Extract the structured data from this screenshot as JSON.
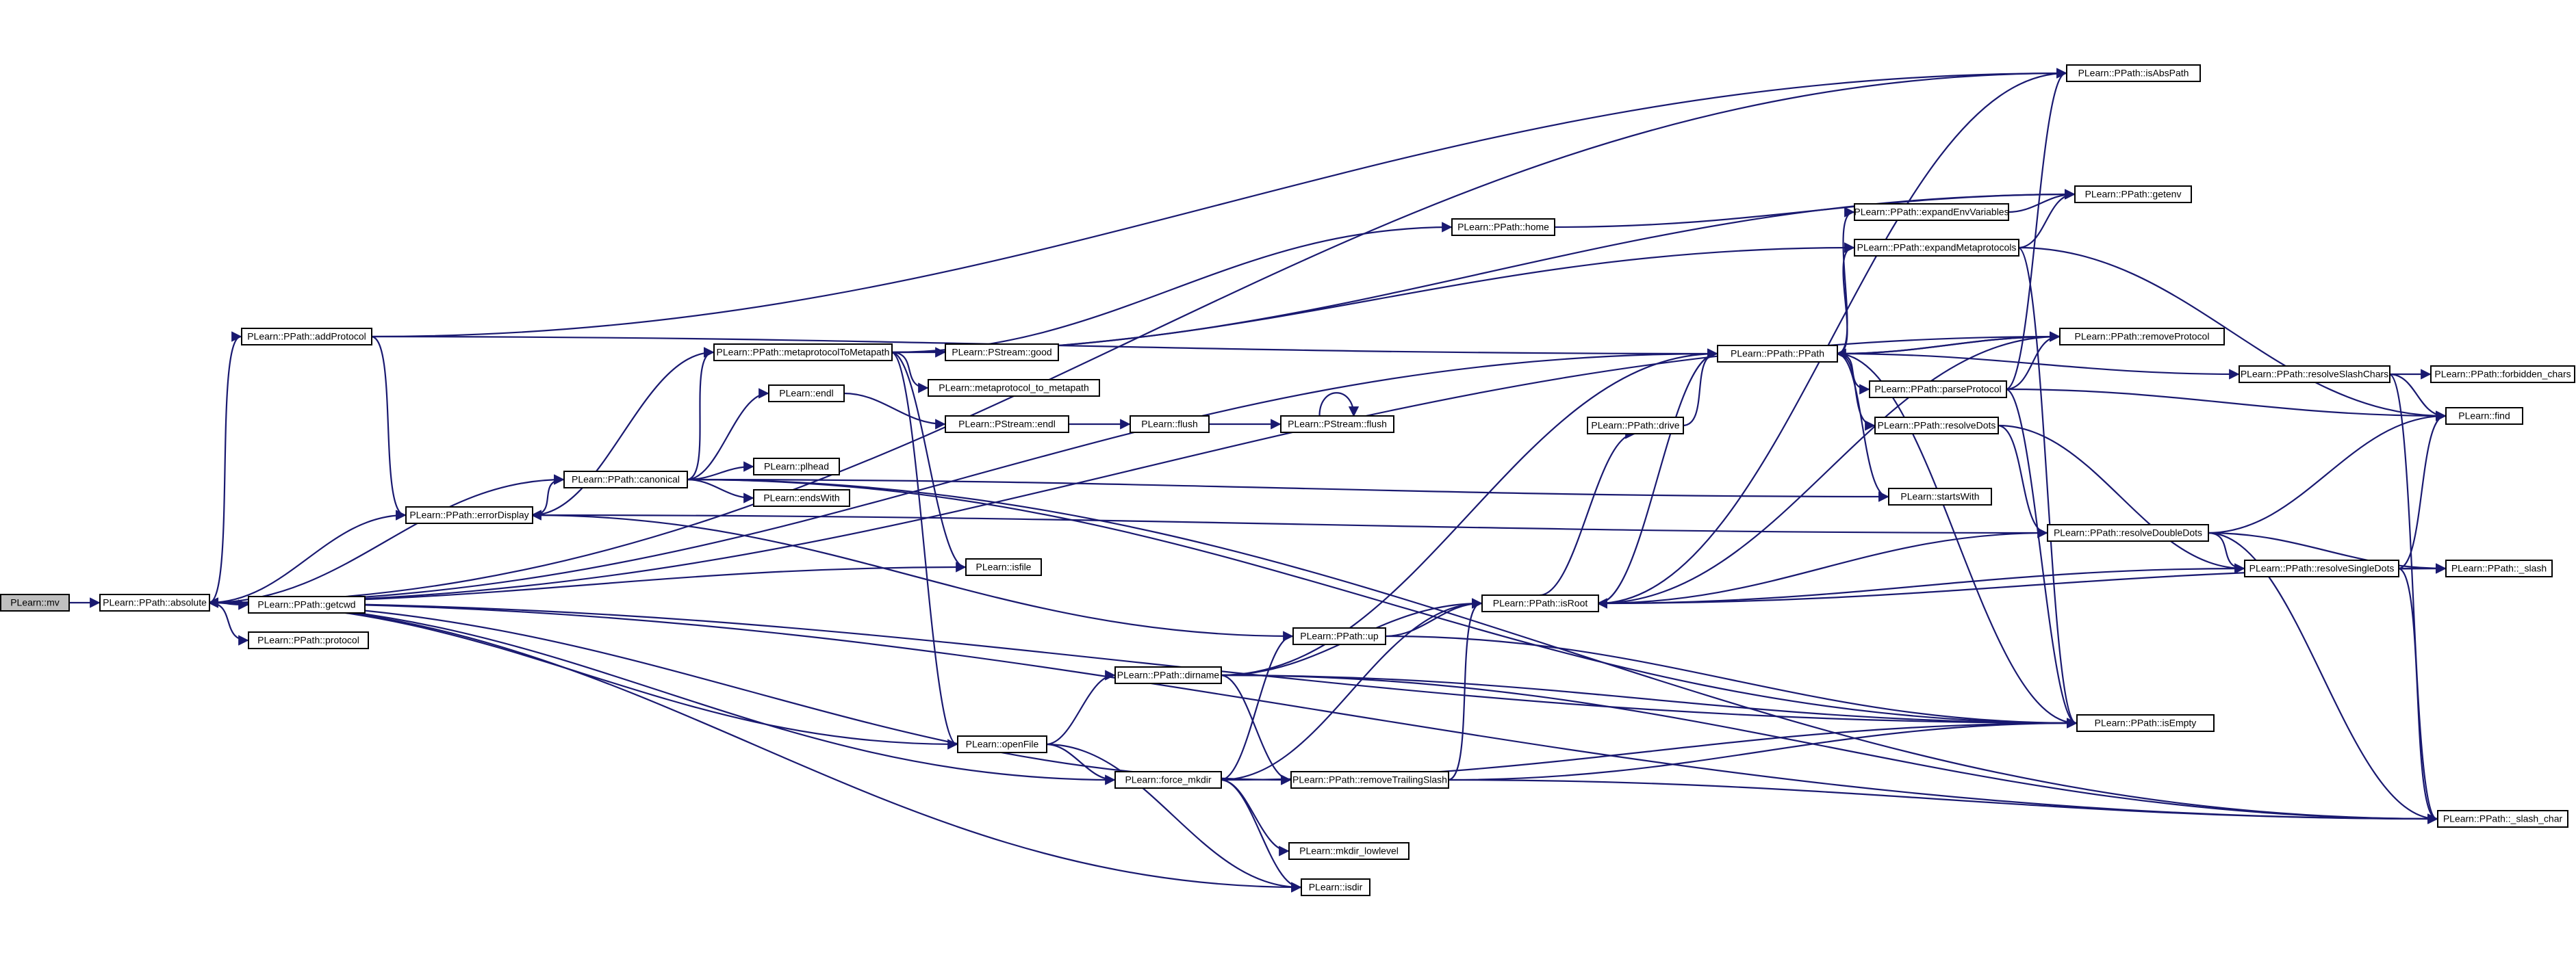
{
  "graph": {
    "edge_color": "#191970",
    "root_fill": "#bfbfbf",
    "nodes": [
      {
        "id": "mv",
        "label": "PLearn::mv",
        "root": true
      },
      {
        "id": "absolute",
        "label": "PLearn::PPath::absolute"
      },
      {
        "id": "addProtocol",
        "label": "PLearn::PPath::addProtocol"
      },
      {
        "id": "errorDisplay",
        "label": "PLearn::PPath::errorDisplay"
      },
      {
        "id": "getcwd",
        "label": "PLearn::PPath::getcwd"
      },
      {
        "id": "protocol",
        "label": "PLearn::PPath::protocol"
      },
      {
        "id": "canonical",
        "label": "PLearn::PPath::canonical"
      },
      {
        "id": "m2m",
        "label": "PLearn::PPath::metaprotocolToMetapath"
      },
      {
        "id": "endl",
        "label": "PLearn::endl"
      },
      {
        "id": "pqhead",
        "label": "PLearn::plhead"
      },
      {
        "id": "endsWith",
        "label": "PLearn::endsWith"
      },
      {
        "id": "isfile",
        "label": "PLearn::isfile"
      },
      {
        "id": "psgood",
        "label": "PLearn::PStream::good"
      },
      {
        "id": "m2m_u",
        "label": "PLearn::metaprotocol_to_metapath"
      },
      {
        "id": "psendl",
        "label": "PLearn::PStream::endl"
      },
      {
        "id": "flush",
        "label": "PLearn::flush"
      },
      {
        "id": "psflush",
        "label": "PLearn::PStream::flush"
      },
      {
        "id": "home",
        "label": "PLearn::PPath::home"
      },
      {
        "id": "openFile",
        "label": "PLearn::openFile"
      },
      {
        "id": "dirname",
        "label": "PLearn::PPath::dirname"
      },
      {
        "id": "up",
        "label": "PLearn::PPath::up"
      },
      {
        "id": "force_mkdir",
        "label": "PLearn::force_mkdir"
      },
      {
        "id": "removeTrailingSlash",
        "label": "PLearn::PPath::removeTrailingSlash"
      },
      {
        "id": "mkdir_lowlevel",
        "label": "PLearn::mkdir_lowlevel"
      },
      {
        "id": "isdir",
        "label": "PLearn::isdir"
      },
      {
        "id": "PPath",
        "label": "PLearn::PPath::PPath"
      },
      {
        "id": "drive",
        "label": "PLearn::PPath::drive"
      },
      {
        "id": "isRoot",
        "label": "PLearn::PPath::isRoot"
      },
      {
        "id": "expandEnv",
        "label": "PLearn::PPath::expandEnvVariables"
      },
      {
        "id": "expandMeta",
        "label": "PLearn::PPath::expandMetaprotocols"
      },
      {
        "id": "parseProtocol",
        "label": "PLearn::PPath::parseProtocol"
      },
      {
        "id": "resolveDots",
        "label": "PLearn::PPath::resolveDots"
      },
      {
        "id": "startsWith",
        "label": "PLearn::startsWith"
      },
      {
        "id": "resolveDoubleDots",
        "label": "PLearn::PPath::resolveDoubleDots"
      },
      {
        "id": "resolveSingleDots",
        "label": "PLearn::PPath::resolveSingleDots"
      },
      {
        "id": "isAbsPath",
        "label": "PLearn::PPath::isAbsPath"
      },
      {
        "id": "getenv",
        "label": "PLearn::PPath::getenv"
      },
      {
        "id": "removeProtocol",
        "label": "PLearn::PPath::removeProtocol"
      },
      {
        "id": "resolveSlashChars",
        "label": "PLearn::PPath::resolveSlashChars"
      },
      {
        "id": "forbidden_chars",
        "label": "PLearn::PPath::forbidden_chars"
      },
      {
        "id": "find",
        "label": "PLearn::find"
      },
      {
        "id": "slash",
        "label": "PLearn::PPath::_slash"
      },
      {
        "id": "isEmpty",
        "label": "PLearn::PPath::isEmpty"
      },
      {
        "id": "slash_char",
        "label": "PLearn::PPath::_slash_char"
      }
    ],
    "edges": [
      [
        "mv",
        "absolute"
      ],
      [
        "absolute",
        "addProtocol"
      ],
      [
        "absolute",
        "errorDisplay"
      ],
      [
        "absolute",
        "getcwd"
      ],
      [
        "absolute",
        "protocol"
      ],
      [
        "absolute",
        "isAbsPath"
      ],
      [
        "absolute",
        "PPath"
      ],
      [
        "absolute",
        "removeProtocol"
      ],
      [
        "absolute",
        "canonical"
      ],
      [
        "absolute",
        "isEmpty"
      ],
      [
        "absolute",
        "removeTrailingSlash"
      ],
      [
        "absolute",
        "slash_char"
      ],
      [
        "addProtocol",
        "errorDisplay"
      ],
      [
        "addProtocol",
        "isAbsPath"
      ],
      [
        "addProtocol",
        "PPath"
      ],
      [
        "errorDisplay",
        "canonical"
      ],
      [
        "errorDisplay",
        "m2m"
      ],
      [
        "canonical",
        "m2m"
      ],
      [
        "canonical",
        "endl"
      ],
      [
        "canonical",
        "pqhead"
      ],
      [
        "canonical",
        "endsWith"
      ],
      [
        "canonical",
        "startsWith"
      ],
      [
        "canonical",
        "isEmpty"
      ],
      [
        "canonical",
        "slash_char"
      ],
      [
        "m2m",
        "psgood"
      ],
      [
        "m2m",
        "m2m_u"
      ],
      [
        "m2m",
        "isfile"
      ],
      [
        "m2m",
        "openFile"
      ],
      [
        "m2m",
        "home"
      ],
      [
        "m2m",
        "expandMeta"
      ],
      [
        "m2m",
        "getenv"
      ],
      [
        "endl",
        "psendl"
      ],
      [
        "psendl",
        "flush"
      ],
      [
        "flush",
        "psflush"
      ],
      [
        "psflush",
        "psflush"
      ],
      [
        "isfile",
        "absolute"
      ],
      [
        "home",
        "getenv"
      ],
      [
        "openFile",
        "dirname"
      ],
      [
        "openFile",
        "force_mkdir"
      ],
      [
        "openFile",
        "isdir"
      ],
      [
        "openFile",
        "absolute"
      ],
      [
        "dirname",
        "PPath"
      ],
      [
        "dirname",
        "isRoot"
      ],
      [
        "dirname",
        "isEmpty"
      ],
      [
        "dirname",
        "removeTrailingSlash"
      ],
      [
        "dirname",
        "slash_char"
      ],
      [
        "up",
        "isRoot"
      ],
      [
        "up",
        "isEmpty"
      ],
      [
        "up",
        "errorDisplay"
      ],
      [
        "force_mkdir",
        "up"
      ],
      [
        "force_mkdir",
        "isRoot"
      ],
      [
        "force_mkdir",
        "isEmpty"
      ],
      [
        "force_mkdir",
        "mkdir_lowlevel"
      ],
      [
        "force_mkdir",
        "isdir"
      ],
      [
        "force_mkdir",
        "absolute"
      ],
      [
        "removeTrailingSlash",
        "isRoot"
      ],
      [
        "removeTrailingSlash",
        "isEmpty"
      ],
      [
        "removeTrailingSlash",
        "slash_char"
      ],
      [
        "isdir",
        "absolute"
      ],
      [
        "PPath",
        "expandEnv"
      ],
      [
        "PPath",
        "expandMeta"
      ],
      [
        "PPath",
        "parseProtocol"
      ],
      [
        "PPath",
        "resolveDots"
      ],
      [
        "PPath",
        "startsWith"
      ],
      [
        "PPath",
        "resolveSlashChars"
      ],
      [
        "PPath",
        "removeProtocol"
      ],
      [
        "PPath",
        "isEmpty"
      ],
      [
        "drive",
        "PPath"
      ],
      [
        "isRoot",
        "PPath"
      ],
      [
        "isRoot",
        "drive"
      ],
      [
        "isRoot",
        "isAbsPath"
      ],
      [
        "isRoot",
        "removeProtocol"
      ],
      [
        "isRoot",
        "slash"
      ],
      [
        "expandEnv",
        "getenv"
      ],
      [
        "expandMeta",
        "getenv"
      ],
      [
        "expandMeta",
        "find"
      ],
      [
        "expandMeta",
        "isEmpty"
      ],
      [
        "parseProtocol",
        "isAbsPath"
      ],
      [
        "parseProtocol",
        "removeProtocol"
      ],
      [
        "parseProtocol",
        "find"
      ],
      [
        "parseProtocol",
        "isEmpty"
      ],
      [
        "resolveDots",
        "resolveDoubleDots"
      ],
      [
        "resolveDots",
        "resolveSingleDots"
      ],
      [
        "resolveDoubleDots",
        "isRoot"
      ],
      [
        "resolveDoubleDots",
        "find"
      ],
      [
        "resolveDoubleDots",
        "slash"
      ],
      [
        "resolveDoubleDots",
        "slash_char"
      ],
      [
        "resolveDoubleDots",
        "errorDisplay"
      ],
      [
        "resolveDoubleDots",
        "resolveSingleDots"
      ],
      [
        "resolveSingleDots",
        "find"
      ],
      [
        "resolveSingleDots",
        "slash"
      ],
      [
        "resolveSingleDots",
        "slash_char"
      ],
      [
        "resolveSingleDots",
        "isRoot"
      ],
      [
        "resolveSlashChars",
        "forbidden_chars"
      ],
      [
        "resolveSlashChars",
        "find"
      ],
      [
        "resolveSlashChars",
        "slash_char"
      ],
      [
        "removeProtocol",
        "PPath"
      ]
    ]
  }
}
